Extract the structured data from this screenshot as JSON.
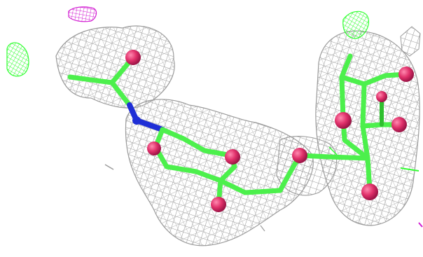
{
  "scene": {
    "subject": "molecular-structure-with-electron-density-map",
    "background_color": "#ffffff",
    "colors": {
      "density_mesh": "#9a9a9a",
      "density_mesh_light": "#bdbdbd",
      "carbon": "#4cf04c",
      "carbon_dark": "#2fbf2f",
      "nitrogen": "#1f2fd6",
      "oxygen": "#e0306a",
      "positive_difference_density": "#33ff33",
      "negative_difference_density": "#d21ed2"
    },
    "atoms": {
      "oxygen_count": 10,
      "nitrogen_count": 1
    }
  }
}
